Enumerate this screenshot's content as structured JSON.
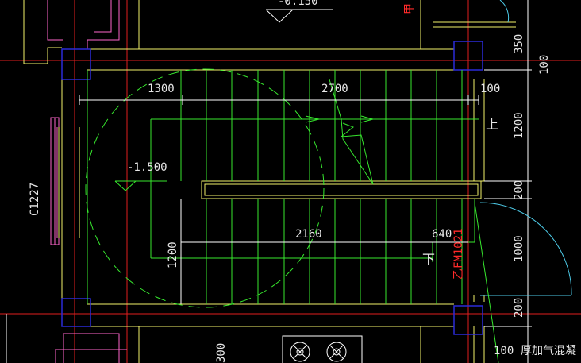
{
  "drawing": {
    "background": "#000000",
    "colors": {
      "wall": "#f2f26a",
      "axis": "#e01e1e",
      "stair": "#37e82e",
      "dimension": "#ffffff",
      "column": "#2a2ad8",
      "door": "#4cc9e6",
      "window": "#ff66cc",
      "text": "#e6e6e6",
      "red_text": "#ff2a2a"
    },
    "labels": {
      "top_elevation": "-0.150",
      "red_top": "甲",
      "window_tag": "C1227",
      "landing_elevation": "-1.500",
      "up_arrow": "上",
      "down_arrow": "下",
      "door_tag": "乙FM1021",
      "bottom_note": "厚加气混凝",
      "bottom_100": "100",
      "bottom_300": "300"
    },
    "dimensions": {
      "top": [
        "1300",
        "2700",
        "100"
      ],
      "flight": [
        "2160",
        "640"
      ],
      "left_vertical": "1200",
      "right_vertical": [
        "350",
        "100",
        "1200",
        "200",
        "1000",
        "200"
      ]
    },
    "icons": [
      "fan-icon",
      "fan-icon"
    ]
  }
}
